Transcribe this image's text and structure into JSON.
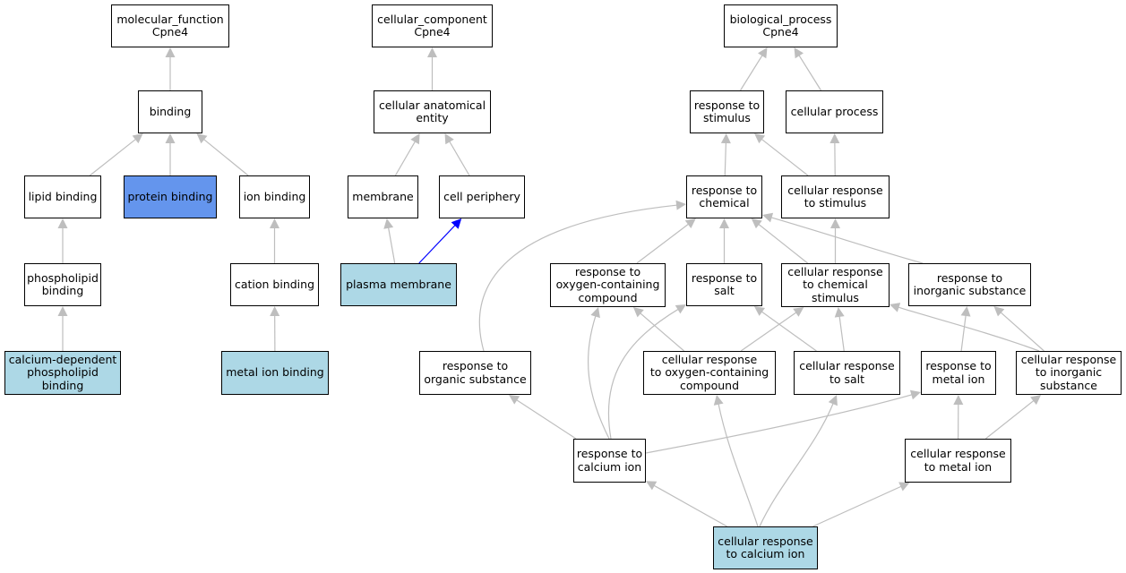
{
  "colors": {
    "default_fill": "#ffffff",
    "highlight_fill": "#add8e6",
    "focus_fill": "#6495ed",
    "edge_default": "#bebebe",
    "edge_highlight": "#0000ff",
    "border": "#000000"
  },
  "nodes": [
    {
      "id": "mf",
      "label": "molecular_function\nCpne4",
      "fill": "default"
    },
    {
      "id": "binding",
      "label": "binding",
      "fill": "default"
    },
    {
      "id": "lipid_binding",
      "label": "lipid binding",
      "fill": "default"
    },
    {
      "id": "protein_binding",
      "label": "protein binding",
      "fill": "focus"
    },
    {
      "id": "ion_binding",
      "label": "ion binding",
      "fill": "default"
    },
    {
      "id": "phospholipid_binding",
      "label": "phospholipid\nbinding",
      "fill": "default"
    },
    {
      "id": "cation_binding",
      "label": "cation binding",
      "fill": "default"
    },
    {
      "id": "calcium_dep",
      "label": "calcium-dependent\nphospholipid\nbinding",
      "fill": "highlight"
    },
    {
      "id": "metal_ion_binding",
      "label": "metal ion binding",
      "fill": "highlight"
    },
    {
      "id": "cc",
      "label": "cellular_component\nCpne4",
      "fill": "default"
    },
    {
      "id": "cae",
      "label": "cellular anatomical\nentity",
      "fill": "default"
    },
    {
      "id": "membrane",
      "label": "membrane",
      "fill": "default"
    },
    {
      "id": "cell_periphery",
      "label": "cell periphery",
      "fill": "default"
    },
    {
      "id": "plasma_membrane",
      "label": "plasma membrane",
      "fill": "highlight"
    },
    {
      "id": "bp",
      "label": "biological_process\nCpne4",
      "fill": "default"
    },
    {
      "id": "resp_stimulus",
      "label": "response to\nstimulus",
      "fill": "default"
    },
    {
      "id": "cellular_process",
      "label": "cellular process",
      "fill": "default"
    },
    {
      "id": "resp_chemical",
      "label": "response to\nchemical",
      "fill": "default"
    },
    {
      "id": "cell_resp_stimulus",
      "label": "cellular response\nto stimulus",
      "fill": "default"
    },
    {
      "id": "resp_oxygen",
      "label": "response to\noxygen-containing\ncompound",
      "fill": "default"
    },
    {
      "id": "resp_salt",
      "label": "response to\nsalt",
      "fill": "default"
    },
    {
      "id": "cell_resp_chem",
      "label": "cellular response\nto chemical\nstimulus",
      "fill": "default"
    },
    {
      "id": "resp_inorganic",
      "label": "response to\ninorganic substance",
      "fill": "default"
    },
    {
      "id": "resp_organic",
      "label": "response to\norganic substance",
      "fill": "default"
    },
    {
      "id": "cell_resp_oxygen",
      "label": "cellular response\nto oxygen-containing\ncompound",
      "fill": "default"
    },
    {
      "id": "cell_resp_salt",
      "label": "cellular response\nto salt",
      "fill": "default"
    },
    {
      "id": "resp_metal_ion",
      "label": "response to\nmetal ion",
      "fill": "default"
    },
    {
      "id": "cell_resp_inorganic",
      "label": "cellular response\nto inorganic\nsubstance",
      "fill": "default"
    },
    {
      "id": "resp_calcium",
      "label": "response to\ncalcium ion",
      "fill": "default"
    },
    {
      "id": "cell_resp_metal",
      "label": "cellular response\nto metal ion",
      "fill": "default"
    },
    {
      "id": "cell_resp_calcium",
      "label": "cellular response\nto calcium ion",
      "fill": "highlight"
    }
  ],
  "edges": [
    {
      "from": "binding",
      "to": "mf"
    },
    {
      "from": "lipid_binding",
      "to": "binding"
    },
    {
      "from": "protein_binding",
      "to": "binding"
    },
    {
      "from": "ion_binding",
      "to": "binding"
    },
    {
      "from": "phospholipid_binding",
      "to": "lipid_binding"
    },
    {
      "from": "cation_binding",
      "to": "ion_binding"
    },
    {
      "from": "calcium_dep",
      "to": "phospholipid_binding"
    },
    {
      "from": "metal_ion_binding",
      "to": "cation_binding"
    },
    {
      "from": "cae",
      "to": "cc"
    },
    {
      "from": "membrane",
      "to": "cae"
    },
    {
      "from": "cell_periphery",
      "to": "cae"
    },
    {
      "from": "plasma_membrane",
      "to": "membrane"
    },
    {
      "from": "plasma_membrane",
      "to": "cell_periphery",
      "style": "highlight"
    },
    {
      "from": "resp_stimulus",
      "to": "bp"
    },
    {
      "from": "cellular_process",
      "to": "bp"
    },
    {
      "from": "resp_chemical",
      "to": "resp_stimulus"
    },
    {
      "from": "cell_resp_stimulus",
      "to": "resp_stimulus"
    },
    {
      "from": "cell_resp_stimulus",
      "to": "cellular_process"
    },
    {
      "from": "resp_oxygen",
      "to": "resp_chemical"
    },
    {
      "from": "resp_salt",
      "to": "resp_chemical"
    },
    {
      "from": "cell_resp_chem",
      "to": "resp_chemical"
    },
    {
      "from": "cell_resp_chem",
      "to": "cell_resp_stimulus"
    },
    {
      "from": "resp_inorganic",
      "to": "resp_chemical"
    },
    {
      "from": "resp_organic",
      "to": "resp_chemical"
    },
    {
      "from": "cell_resp_oxygen",
      "to": "resp_oxygen"
    },
    {
      "from": "cell_resp_oxygen",
      "to": "cell_resp_chem"
    },
    {
      "from": "cell_resp_salt",
      "to": "resp_salt"
    },
    {
      "from": "cell_resp_salt",
      "to": "cell_resp_chem"
    },
    {
      "from": "resp_metal_ion",
      "to": "resp_inorganic"
    },
    {
      "from": "cell_resp_inorganic",
      "to": "resp_inorganic"
    },
    {
      "from": "cell_resp_inorganic",
      "to": "cell_resp_chem"
    },
    {
      "from": "resp_calcium",
      "to": "resp_organic"
    },
    {
      "from": "resp_calcium",
      "to": "resp_oxygen"
    },
    {
      "from": "resp_calcium",
      "to": "resp_salt"
    },
    {
      "from": "resp_calcium",
      "to": "resp_metal_ion"
    },
    {
      "from": "cell_resp_metal",
      "to": "resp_metal_ion"
    },
    {
      "from": "cell_resp_metal",
      "to": "cell_resp_inorganic"
    },
    {
      "from": "cell_resp_calcium",
      "to": "resp_calcium"
    },
    {
      "from": "cell_resp_calcium",
      "to": "cell_resp_oxygen"
    },
    {
      "from": "cell_resp_calcium",
      "to": "cell_resp_salt"
    },
    {
      "from": "cell_resp_calcium",
      "to": "cell_resp_metal"
    }
  ]
}
